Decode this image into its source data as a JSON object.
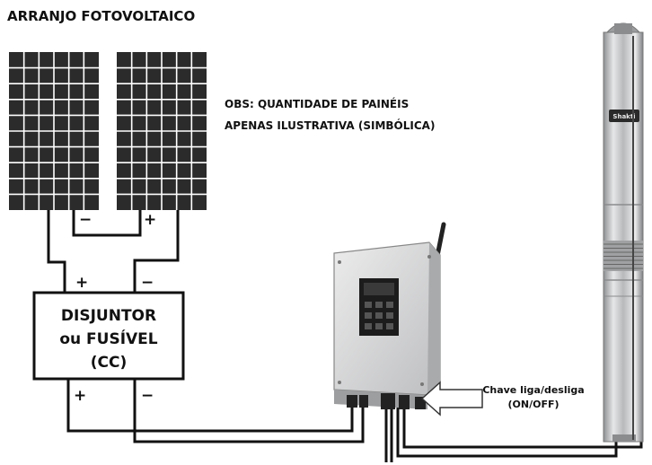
{
  "title": "ARRANJO FOTOVOLTAICO",
  "note": {
    "line1": "OBS: QUANTIDADE DE PAINÉIS",
    "line2": "APENAS ILUSTRATIVA (SIMBÓLICA)"
  },
  "panel_terminals": {
    "negative": "−",
    "positive": "+"
  },
  "breaker": {
    "line1": "DISJUNTOR",
    "line2": "ou FUSÍVEL",
    "line3": "(CC)",
    "top_positive": "+",
    "top_negative": "−",
    "bottom_positive": "+",
    "bottom_negative": "−"
  },
  "switch_label": {
    "line1": "Chave liga/desliga",
    "line2": "(ON/OFF)"
  },
  "pump_brand": "Shakti",
  "colors": {
    "wire": "#111111",
    "panel_cell": "#2b2b2b",
    "panel_grid": "#ffffff",
    "controller_body": "#d9dadb",
    "pump_steel": "#c9cbcd"
  }
}
